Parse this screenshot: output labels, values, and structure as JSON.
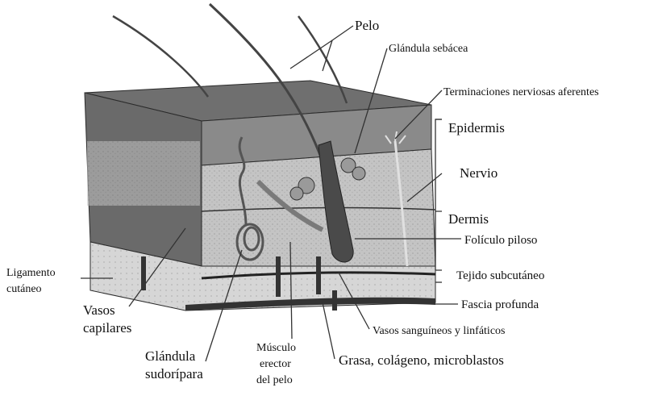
{
  "diagram": {
    "labels": {
      "pelo": "Pelo",
      "glandula_sebacea": "Glándula sebácea",
      "terminaciones": "Terminaciones nerviosas aferentes",
      "epidermis": "Epidermis",
      "nervio": "Nervio",
      "dermis": "Dermis",
      "foliculo": "Folículo piloso",
      "tejido": "Tejido subcutáneo",
      "fascia": "Fascia profunda",
      "vasos_sanguineos": "Vasos sanguíneos y linfáticos",
      "grasa": "Grasa, colágeno, microblastos",
      "ligamento_1": "Ligamento",
      "ligamento_2": "cutáneo",
      "vasos_capilares_1": "Vasos",
      "vasos_capilares_2": "capilares",
      "glandula_sudoripara_1": "Glándula",
      "glandula_sudoripara_2": "sudorípara",
      "musculo_1": "Músculo",
      "musculo_2": "erector",
      "musculo_3": "del pelo"
    },
    "colors": {
      "surface_top": "#6f6f6f",
      "epidermis": "#8a8a8a",
      "dermis": "#b9b9b9",
      "subcutaneous": "#d2d2d2",
      "side_face": "#5a5a5a",
      "outline": "#2b2b2b"
    }
  }
}
